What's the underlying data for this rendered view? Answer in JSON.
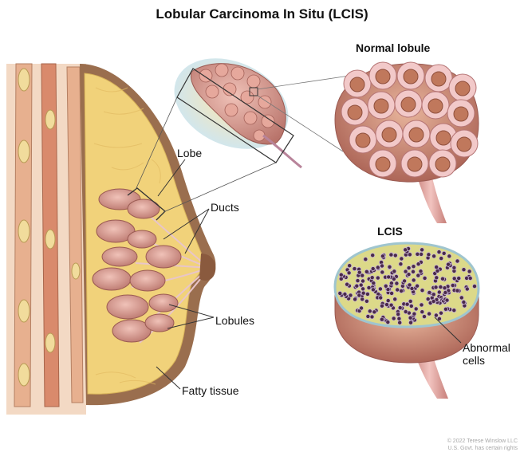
{
  "title": "Lobular Carcinoma In Situ (LCIS)",
  "headings": {
    "normal": "Normal lobule",
    "lcis": "LCIS"
  },
  "labels": {
    "lobe": "Lobe",
    "ducts": "Ducts",
    "lobules": "Lobules",
    "fatty": "Fatty tissue",
    "abnormal_line1": "Abnormal",
    "abnormal_line2": "cells"
  },
  "copyright": {
    "line1": "© 2022 Terese Winslow LLC",
    "line2": "U.S. Govt. has certain rights"
  },
  "colors": {
    "skin": "#9a6e4e",
    "fat": "#f1d27a",
    "lobule": "#c9897e",
    "duct": "#f0d6d8",
    "muscle": "#d98a6c",
    "cell_nucleus": "#4a2a4a",
    "lcis_cytoplasm": "#d9d78a",
    "callout_line": "#444444"
  }
}
